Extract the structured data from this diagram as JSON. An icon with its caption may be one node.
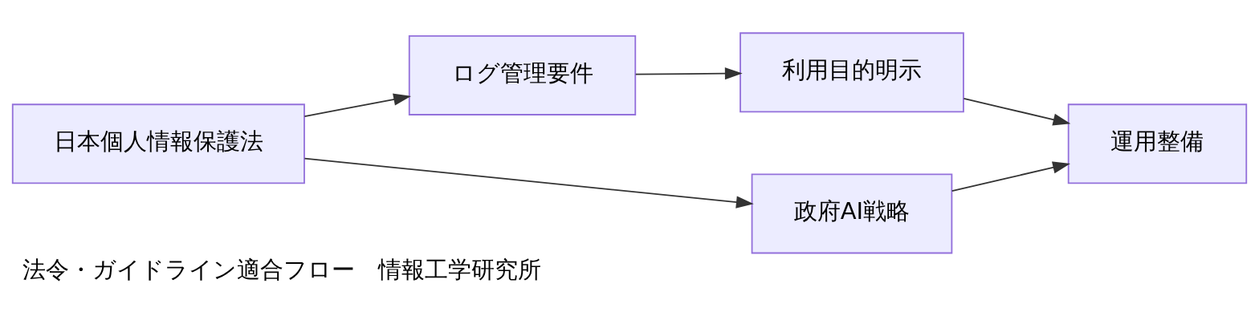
{
  "diagram": {
    "caption": "法令・ガイドライン適合フロー　情報工学研究所",
    "nodes": [
      {
        "text": [
          "日本個人情報保護法"
        ]
      },
      {
        "text": [
          "ログ管理要件"
        ]
      },
      {
        "text": [
          "利用目的明示"
        ]
      },
      {
        "text": [
          "政府AI戦略"
        ]
      },
      {
        "text": [
          "運用整備"
        ]
      }
    ],
    "edges": [
      {
        "from": 0,
        "to": 1,
        "arrow": "to"
      },
      {
        "from": 1,
        "to": 2,
        "arrow": "to"
      },
      {
        "from": 2,
        "to": 4,
        "arrow": "to"
      },
      {
        "from": 0,
        "to": 3,
        "arrow": "to"
      },
      {
        "from": 3,
        "to": 4,
        "arrow": "to"
      }
    ]
  }
}
